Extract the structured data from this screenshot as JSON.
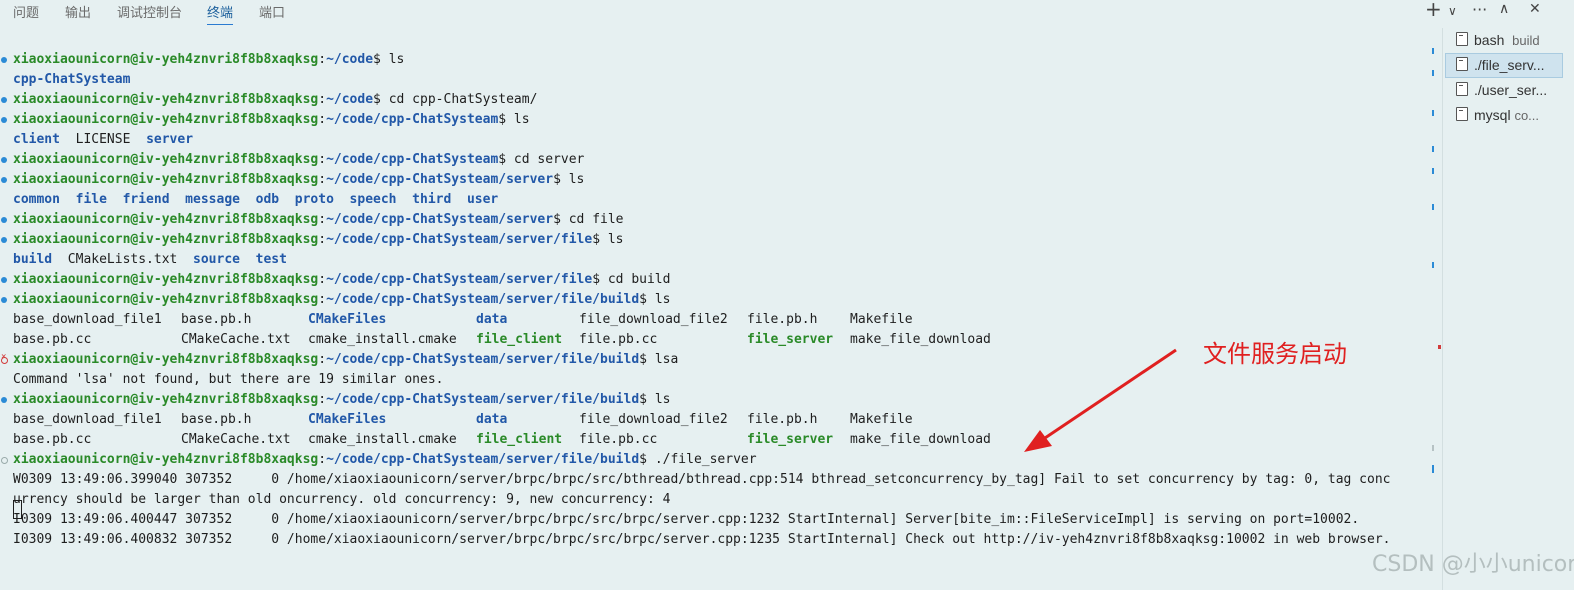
{
  "tabs": [
    "问题",
    "输出",
    "调试控制台",
    "终端",
    "端口"
  ],
  "toolbar_icons": [
    "plus-icon",
    "split-icon",
    "more-icon",
    "chevron-up-icon",
    "close-icon"
  ],
  "toolbar_glyphs": [
    "+",
    "∨",
    "···",
    "∧",
    "✕"
  ],
  "prompt_user": "xiaoxiaounicorn@iv-yeh4znvri8f8b8xaqksg",
  "lines": [
    {
      "type": "prompt",
      "path": "~/code",
      "cmd": "ls",
      "marker": "dot"
    },
    {
      "type": "out",
      "text": "cpp-ChatSysteam",
      "style": "dir"
    },
    {
      "type": "prompt",
      "path": "~/code",
      "cmd": "cd cpp-ChatSysteam/",
      "marker": "dot"
    },
    {
      "type": "prompt",
      "path": "~/code/cpp-ChatSysteam",
      "cmd": "ls",
      "marker": "dot"
    },
    {
      "type": "out3",
      "parts": [
        [
          "client",
          "dir"
        ],
        [
          "  LICENSE  ",
          "plain"
        ],
        [
          "server",
          "dir"
        ]
      ]
    },
    {
      "type": "prompt",
      "path": "~/code/cpp-ChatSysteam",
      "cmd": "cd server",
      "marker": "dot"
    },
    {
      "type": "prompt",
      "path": "~/code/cpp-ChatSysteam/server",
      "cmd": "ls",
      "marker": "dot"
    },
    {
      "type": "out",
      "text": "common  file  friend  message  odb  proto  speech  third  user",
      "style": "dir"
    },
    {
      "type": "prompt",
      "path": "~/code/cpp-ChatSysteam/server",
      "cmd": "cd file",
      "marker": "dot"
    },
    {
      "type": "prompt",
      "path": "~/code/cpp-ChatSysteam/server/file",
      "cmd": "ls",
      "marker": "dot"
    },
    {
      "type": "out3",
      "parts": [
        [
          "build",
          "dir"
        ],
        [
          "  CMakeLists.txt  ",
          "plain"
        ],
        [
          "source",
          "dir"
        ],
        [
          "  ",
          "plain"
        ],
        [
          "test",
          "dir"
        ]
      ]
    },
    {
      "type": "prompt",
      "path": "~/code/cpp-ChatSysteam/server/file",
      "cmd": "cd build",
      "marker": "dot"
    },
    {
      "type": "prompt",
      "path": "~/code/cpp-ChatSysteam/server/file/build",
      "cmd": "ls",
      "marker": "dot"
    },
    {
      "type": "grid",
      "cells": [
        [
          "base_download_file1",
          "plain"
        ],
        [
          "base.pb.h",
          "plain"
        ],
        [
          "CMakeFiles",
          "dir"
        ],
        [
          "data",
          "dir"
        ],
        [
          "file_download_file2",
          "plain"
        ],
        [
          "file.pb.h",
          "plain"
        ],
        [
          "Makefile",
          "plain"
        ]
      ]
    },
    {
      "type": "grid",
      "cells": [
        [
          "base.pb.cc",
          "plain"
        ],
        [
          "CMakeCache.txt",
          "plain"
        ],
        [
          "cmake_install.cmake",
          "plain"
        ],
        [
          "file_client",
          "exe"
        ],
        [
          "file.pb.cc",
          "plain"
        ],
        [
          "file_server",
          "exe"
        ],
        [
          "make_file_download",
          "plain"
        ]
      ]
    },
    {
      "type": "prompt",
      "path": "~/code/cpp-ChatSysteam/server/file/build",
      "cmd": "lsa",
      "marker": "err"
    },
    {
      "type": "out",
      "text": "Command 'lsa' not found, but there are 19 similar ones.",
      "style": "plain"
    },
    {
      "type": "prompt",
      "path": "~/code/cpp-ChatSysteam/server/file/build",
      "cmd": "ls",
      "marker": "dot"
    },
    {
      "type": "grid",
      "cells": [
        [
          "base_download_file1",
          "plain"
        ],
        [
          "base.pb.h",
          "plain"
        ],
        [
          "CMakeFiles",
          "dir"
        ],
        [
          "data",
          "dir"
        ],
        [
          "file_download_file2",
          "plain"
        ],
        [
          "file.pb.h",
          "plain"
        ],
        [
          "Makefile",
          "plain"
        ]
      ]
    },
    {
      "type": "grid",
      "cells": [
        [
          "base.pb.cc",
          "plain"
        ],
        [
          "CMakeCache.txt",
          "plain"
        ],
        [
          "cmake_install.cmake",
          "plain"
        ],
        [
          "file_client",
          "exe"
        ],
        [
          "file.pb.cc",
          "plain"
        ],
        [
          "file_server",
          "exe"
        ],
        [
          "make_file_download",
          "plain"
        ]
      ]
    },
    {
      "type": "prompt",
      "path": "~/code/cpp-ChatSysteam/server/file/build",
      "cmd": "./file_server",
      "marker": "hollow"
    },
    {
      "type": "out",
      "text": "W0309 13:49:06.399040 307352     0 /home/xiaoxiaounicorn/server/brpc/brpc/src/bthread/bthread.cpp:514 bthread_setconcurrency_by_tag] Fail to set concurrency by tag: 0, tag conc",
      "style": "plain"
    },
    {
      "type": "out",
      "text": "urrency should be larger than old oncurrency. old concurrency: 9, new concurrency: 4",
      "style": "plain"
    },
    {
      "type": "out",
      "text": "I0309 13:49:06.400447 307352     0 /home/xiaoxiaounicorn/server/brpc/brpc/src/brpc/server.cpp:1232 StartInternal] Server[bite_im::FileServiceImpl] is serving on port=10002.",
      "style": "plain"
    },
    {
      "type": "out",
      "text": "I0309 13:49:06.400832 307352     0 /home/xiaoxiaounicorn/server/brpc/brpc/src/brpc/server.cpp:1235 StartInternal] Check out http://iv-yeh4znvri8f8b8xaqksg:10002 in web browser.",
      "style": "plain"
    }
  ],
  "terminals": [
    {
      "name": "bash",
      "sub": "build",
      "selected": false
    },
    {
      "name": "./file_serv...",
      "sub": "",
      "selected": true
    },
    {
      "name": "./user_ser...",
      "sub": "",
      "selected": false
    },
    {
      "name": "mysql",
      "sub": "co...",
      "selected": false
    }
  ],
  "annotation": "文件服务启动",
  "watermark": "CSDN @小小unicorn",
  "colors": {
    "prompt_green": "#2a8a28",
    "path_blue": "#2258a8",
    "annotation_red": "#e02020",
    "background": "#e6f0f1"
  }
}
